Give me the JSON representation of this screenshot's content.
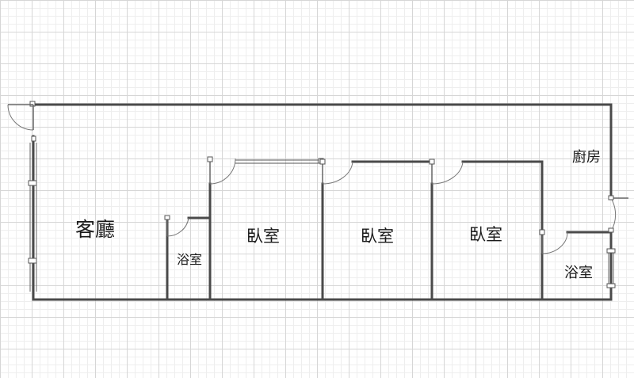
{
  "rooms": {
    "living": "客廳",
    "bath_small": "浴室",
    "bedroom_1": "臥室",
    "bedroom_2": "臥室",
    "bedroom_3": "臥室",
    "kitchen": "廚房",
    "bath_right": "浴室"
  },
  "colors": {
    "wall": "#4a4a4a",
    "grid": "#d6d6d6",
    "text": "#1a1a1a"
  }
}
